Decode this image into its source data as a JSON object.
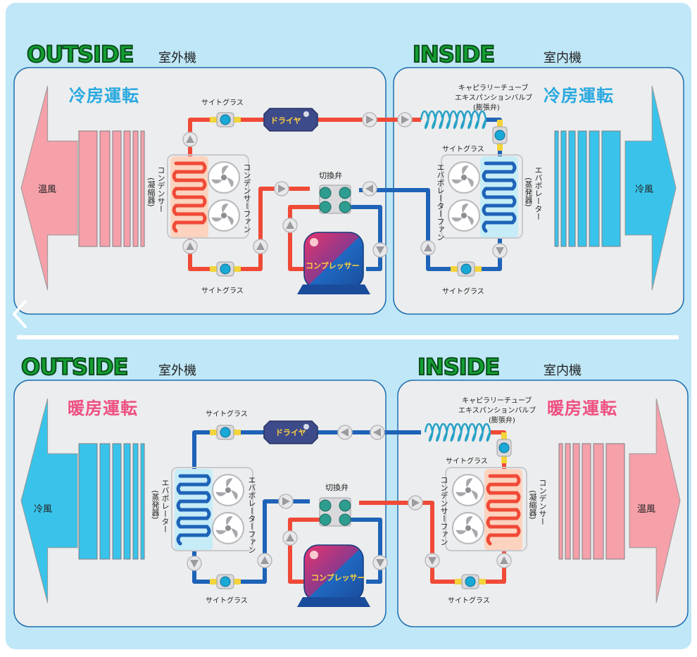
{
  "panels": [
    {
      "mode": "cooling",
      "outside_tag": "OUTSIDE",
      "inside_tag": "INSIDE",
      "outdoor_unit": "室外機",
      "indoor_unit": "室内機",
      "op_left": "冷房運転",
      "op_right": "冷房運転",
      "op_color": "#29a9e0",
      "air_left": "温風",
      "air_right": "冷風",
      "dryer": "ドライヤ",
      "compressor": "コンプレッサー",
      "valve": "切換弁",
      "sight_glass": "サイトグラス",
      "capillary_line1": "キャピラリーチューブ",
      "capillary_line2": "エキスパンションバルブ",
      "capillary_line3": "(膨張弁)",
      "left_coil_label": "コンデンサー",
      "left_coil_sub": "(凝縮器)",
      "left_fan": "コンデンサーファン",
      "right_coil_label": "エバポレーター",
      "right_coil_sub": "(蒸発器)",
      "right_fan": "エバポレーターファン"
    },
    {
      "mode": "heating",
      "outside_tag": "OUTSIDE",
      "inside_tag": "INSIDE",
      "outdoor_unit": "室外機",
      "indoor_unit": "室内機",
      "op_left": "暖房運転",
      "op_right": "暖房運転",
      "op_color": "#ee4f80",
      "air_left": "冷風",
      "air_right": "温風",
      "dryer": "ドライヤ",
      "compressor": "コンプレッサー",
      "valve": "切換弁",
      "sight_glass": "サイトグラス",
      "capillary_line1": "キャピラリーチューブ",
      "capillary_line2": "エキスパンションバルブ",
      "capillary_line3": "(膨張弁)",
      "left_coil_label": "エバポレーター",
      "left_coil_sub": "(蒸発器)",
      "left_fan": "エバポレーターファン",
      "right_coil_label": "コンデンサー",
      "right_coil_sub": "(凝縮器)",
      "right_fan": "コンデンサーファン"
    }
  ],
  "colors": {
    "hot": "#f04a37",
    "cold": "#1e63b8",
    "hot_air": "#f6a0aa",
    "cold_air": "#39c3ea",
    "frame": "#bfe7f7"
  },
  "icons": {
    "back": "chevron-left-icon",
    "fan": "fan-icon",
    "sight": "sight-glass-icon",
    "arrow": "flow-arrow-icon"
  }
}
